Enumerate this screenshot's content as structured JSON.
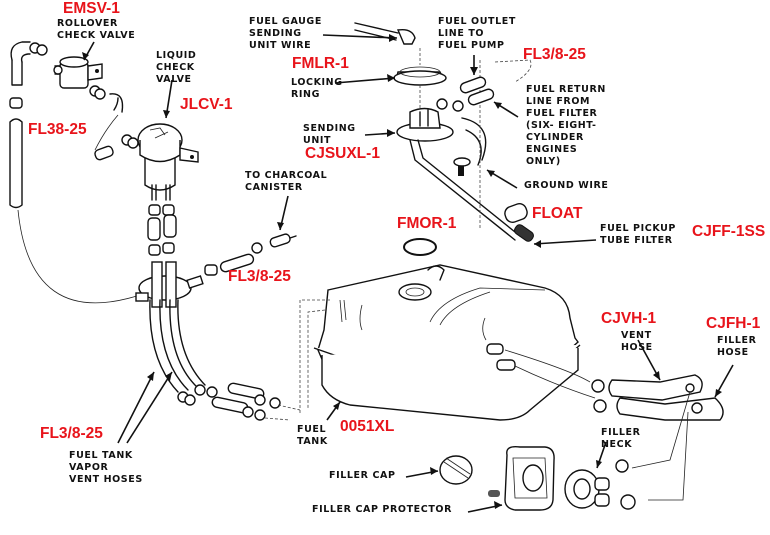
{
  "diagram": {
    "title": "Fuel Tank System Exploded View",
    "part_number_color": "#e8141b",
    "label_color": "#111111"
  },
  "part_numbers": {
    "rollover_check_valve": "EMSV-1",
    "liquid_check_valve": "JLCV-1",
    "hose_upper_left": "FL38-25",
    "locking_ring": "FMLR-1",
    "sending_unit": "CJSUXL-1",
    "fuel_lines_top": "FL3/8-25",
    "o_ring": "FMOR-1",
    "float": "FLOAT",
    "pickup_filter": "CJFF-1SS",
    "charcoal_hose": "FL3/8-25",
    "vapor_vent_hoses": "FL3/8-25",
    "fuel_tank": "0051XL",
    "vent_hose": "CJVH-1",
    "filler_hose": "CJFH-1"
  },
  "labels": {
    "rollover_check_valve": "ROLLOVER\nCHECK VALVE",
    "liquid_check_valve": "LIQUID\nCHECK\nVALVE",
    "fuel_gauge_wire": "FUEL GAUGE\nSENDING\nUNIT WIRE",
    "fuel_outlet_line": "FUEL OUTLET\nLINE TO\nFUEL PUMP",
    "locking_ring": "LOCKING\nRING",
    "fuel_return_line": "FUEL RETURN\nLINE FROM\nFUEL FILTER\n(SIX- EIGHT-\nCYLINDER\nENGINES\nONLY)",
    "sending_unit": "SENDING\nUNIT",
    "ground_wire": "GROUND WIRE",
    "charcoal_canister": "TO CHARCOAL\nCANISTER",
    "fuel_pickup_filter": "FUEL PICKUP\nTUBE FILTER",
    "vent_hose": "VENT\nHOSE",
    "filler_hose": "FILLER\nHOSE",
    "fuel_tank": "FUEL\nTANK",
    "vapor_vent_hoses": "FUEL TANK\nVAPOR\nVENT HOSES",
    "filler_neck": "FILLER\nNECK",
    "filler_cap": "FILLER CAP",
    "filler_cap_protector": "FILLER CAP PROTECTOR"
  }
}
